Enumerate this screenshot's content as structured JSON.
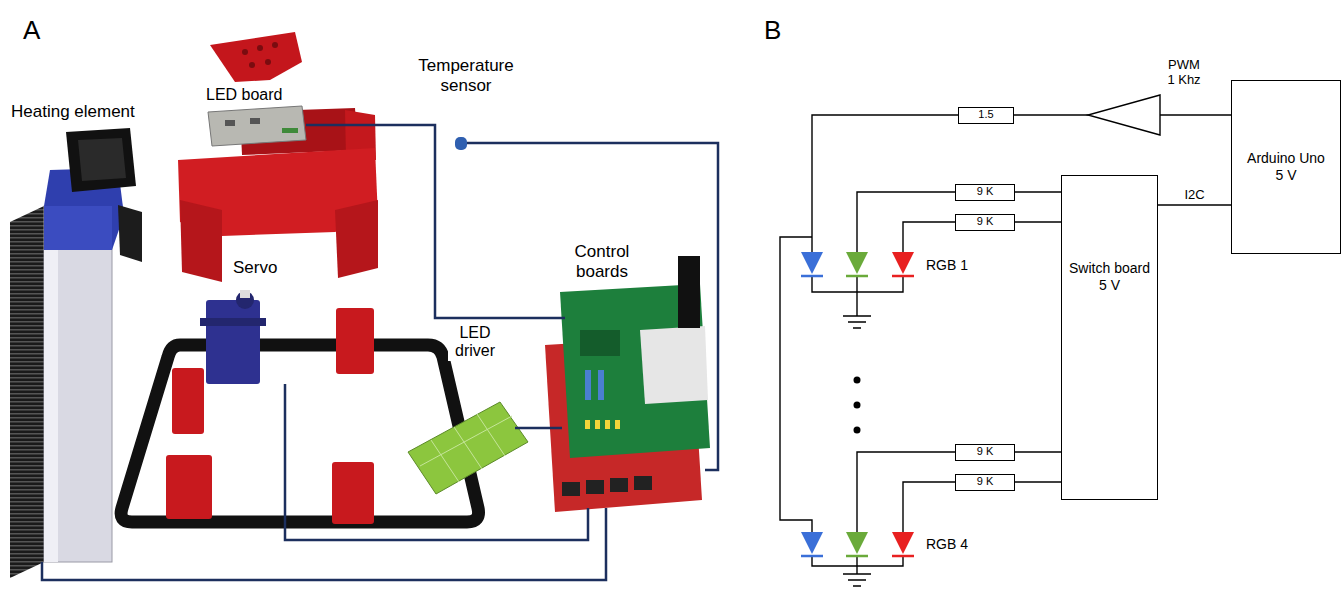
{
  "diagram": {
    "nodes": [
      {
        "text": [
          "1.5"
        ]
      },
      {
        "text": [
          "Arduino Uno 5 V"
        ]
      },
      {
        "text": [
          "Switch board 5 V"
        ]
      },
      {
        "text": [
          "9 K"
        ]
      },
      {
        "text": [
          "9 K"
        ]
      },
      {
        "text": [
          "9 K"
        ]
      },
      {
        "text": [
          "9 K"
        ]
      }
    ],
    "edges": [
      {
        "from": 1,
        "to": 0,
        "arrow": "none"
      },
      {
        "from": 1,
        "to": 2,
        "label": "I2C",
        "arrow": "none"
      },
      {
        "from": 2,
        "to": 3,
        "arrow": "none"
      },
      {
        "from": 2,
        "to": 4,
        "arrow": "none"
      },
      {
        "from": 2,
        "to": 5,
        "arrow": "none"
      },
      {
        "from": 2,
        "to": 6,
        "arrow": "none"
      }
    ],
    "labels": [
      "A",
      "Heating element",
      "LED board",
      "Temperature sensor",
      "Servo",
      "LED driver",
      "Control boards",
      "B",
      "PWM 1 Khz",
      "RGB 1",
      "RGB 4"
    ]
  }
}
